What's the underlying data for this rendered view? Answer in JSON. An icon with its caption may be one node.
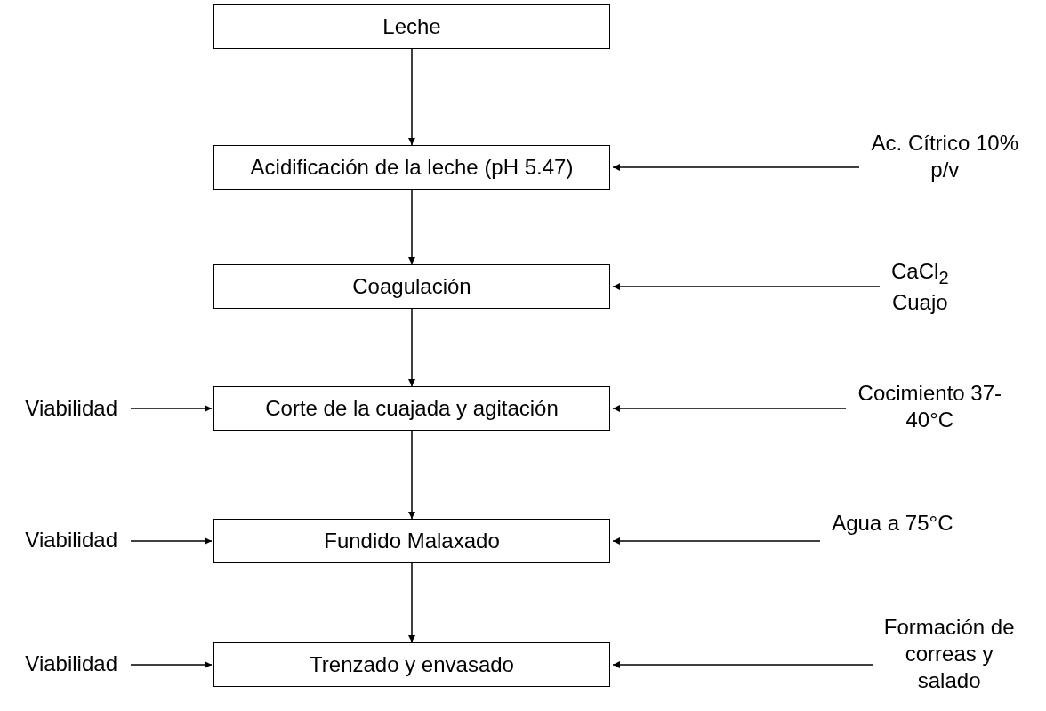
{
  "diagram": {
    "nodes": [
      {
        "text": [
          "Leche"
        ]
      },
      {
        "text": [
          "Acidificación de la leche (pH 5.47)"
        ]
      },
      {
        "text": [
          "Coagulación"
        ]
      },
      {
        "text": [
          "Corte de la cuajada y agitación"
        ]
      },
      {
        "text": [
          "Fundido Malaxado"
        ]
      },
      {
        "text": [
          "Trenzado y envasado"
        ]
      },
      {
        "text": [
          "Ac. Cítrico 10% p/v"
        ]
      },
      {
        "text": [
          "CaCl$_{2}$ Cuajo"
        ]
      },
      {
        "text": [
          "Viabilidad"
        ]
      },
      {
        "text": [
          "Cocimiento 37-40°C"
        ]
      },
      {
        "text": [
          "Viabilidad"
        ]
      },
      {
        "text": [
          "Agua a 75°C"
        ]
      },
      {
        "text": [
          "Viabilidad"
        ]
      },
      {
        "text": [
          "Formación de correas y salado"
        ]
      }
    ],
    "edges": [
      {
        "from": 0,
        "to": 1,
        "arrow": "to"
      },
      {
        "from": 1,
        "to": 2,
        "arrow": "to"
      },
      {
        "from": 2,
        "to": 3,
        "arrow": "to"
      },
      {
        "from": 3,
        "to": 4,
        "arrow": "to"
      },
      {
        "from": 4,
        "to": 5,
        "arrow": "to"
      },
      {
        "from": 6,
        "to": 1,
        "arrow": "to"
      },
      {
        "from": 7,
        "to": 2,
        "arrow": "to"
      },
      {
        "from": 8,
        "to": 3,
        "arrow": "to"
      },
      {
        "from": 9,
        "to": 3,
        "arrow": "to"
      },
      {
        "from": 10,
        "to": 4,
        "arrow": "to"
      },
      {
        "from": 11,
        "to": 4,
        "arrow": "to"
      },
      {
        "from": 12,
        "to": 5,
        "arrow": "to"
      },
      {
        "from": 13,
        "to": 5,
        "arrow": "to"
      }
    ]
  }
}
